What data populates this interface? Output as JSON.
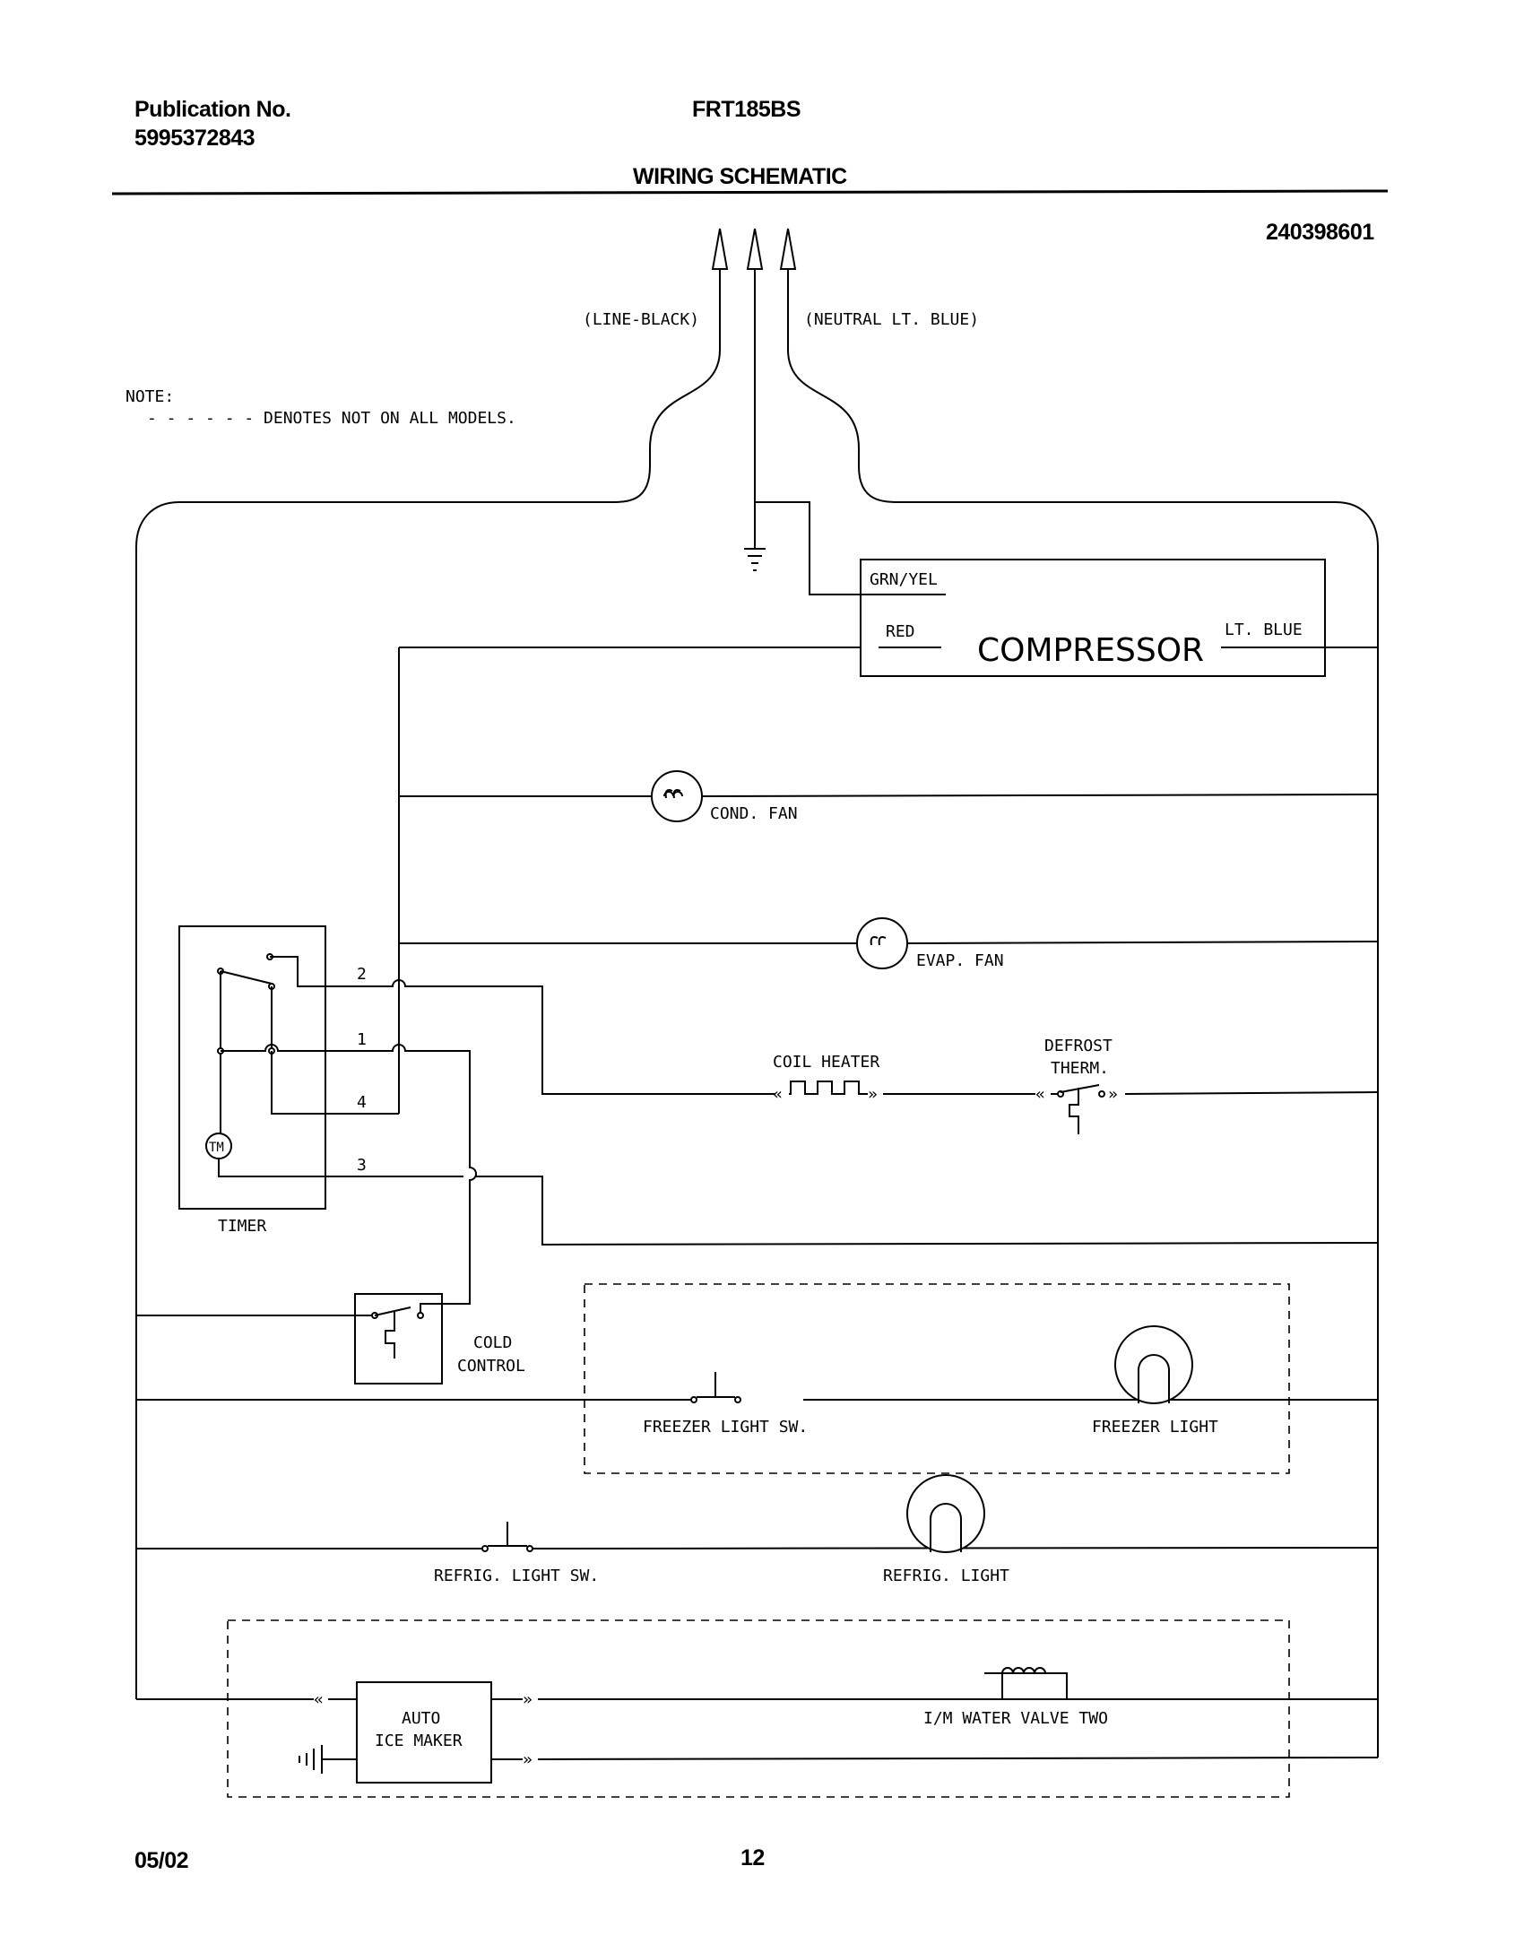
{
  "header": {
    "publication_label": "Publication No.",
    "publication_number": "5995372843",
    "model": "FRT185BS",
    "section_title": "WIRING SCHEMATIC",
    "drawing_number": "240398601"
  },
  "note": {
    "label": "NOTE:",
    "text": "- - - - - - DENOTES NOT ON ALL MODELS."
  },
  "supply": {
    "line": "(LINE-BLACK)",
    "neutral": "(NEUTRAL LT. BLUE)"
  },
  "compressor": {
    "name": "COMPRESSOR",
    "grn_yel": "GRN/YEL",
    "red": "RED",
    "lt_blue": "LT. BLUE"
  },
  "components": {
    "cond_fan": "COND. FAN",
    "evap_fan": "EVAP. FAN",
    "coil_heater": "COIL HEATER",
    "defrost_therm_1": "DEFROST",
    "defrost_therm_2": "THERM.",
    "timer": "TIMER",
    "timer_motor": "TM",
    "cold_control_1": "COLD",
    "cold_control_2": "CONTROL",
    "freezer_light_sw": "FREEZER LIGHT SW.",
    "freezer_light": "FREEZER LIGHT",
    "refrig_light_sw": "REFRIG. LIGHT SW.",
    "refrig_light": "REFRIG. LIGHT",
    "ice_maker_1": "AUTO",
    "ice_maker_2": "ICE MAKER",
    "water_valve": "I/M WATER VALVE TWO"
  },
  "timer_terminals": {
    "t2": "2",
    "t1": "1",
    "t4": "4",
    "t3": "3"
  },
  "footer": {
    "date": "05/02",
    "page": "12"
  }
}
